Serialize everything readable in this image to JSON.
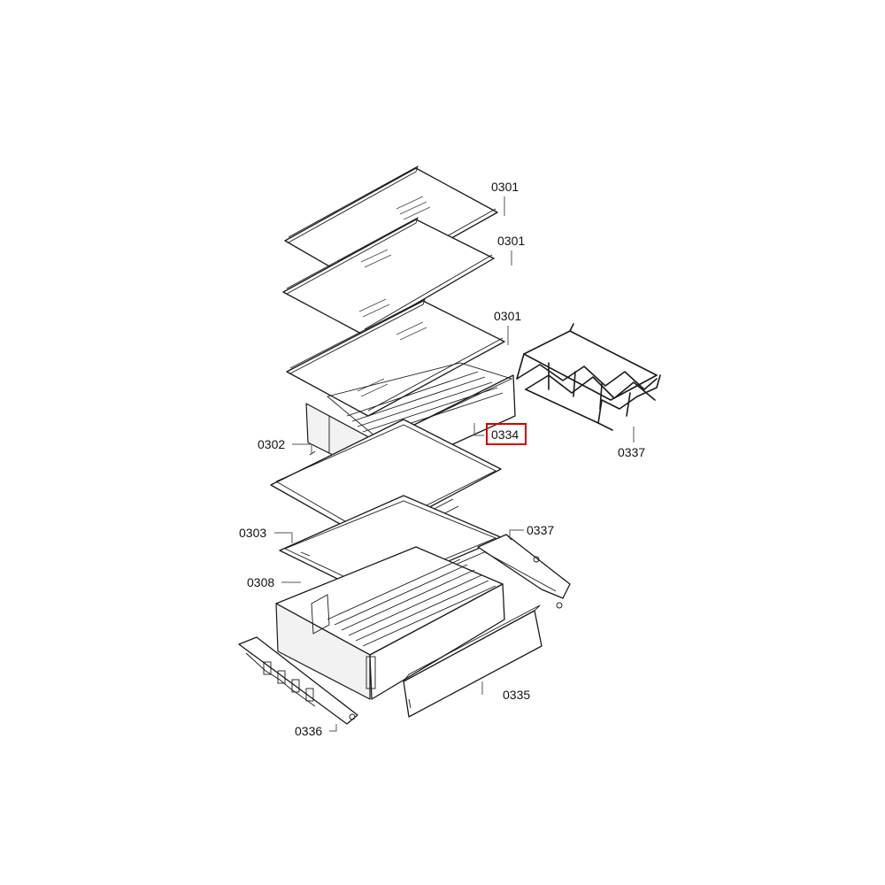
{
  "callouts": {
    "shelf_top": "0301",
    "shelf_second": "0301",
    "shelf_third": "0301",
    "drawer_upper": "0334",
    "bottle_rack": "0337",
    "shelf_0302": "0302",
    "rail_right": "0337",
    "cover_0303": "0303",
    "drawer_lower": "0308",
    "front_panel": "0335",
    "rail_left": "0336"
  },
  "highlighted_callout": "0334",
  "colors": {
    "highlight": "#d00000",
    "line": "#1a1a1a",
    "background": "#ffffff"
  }
}
